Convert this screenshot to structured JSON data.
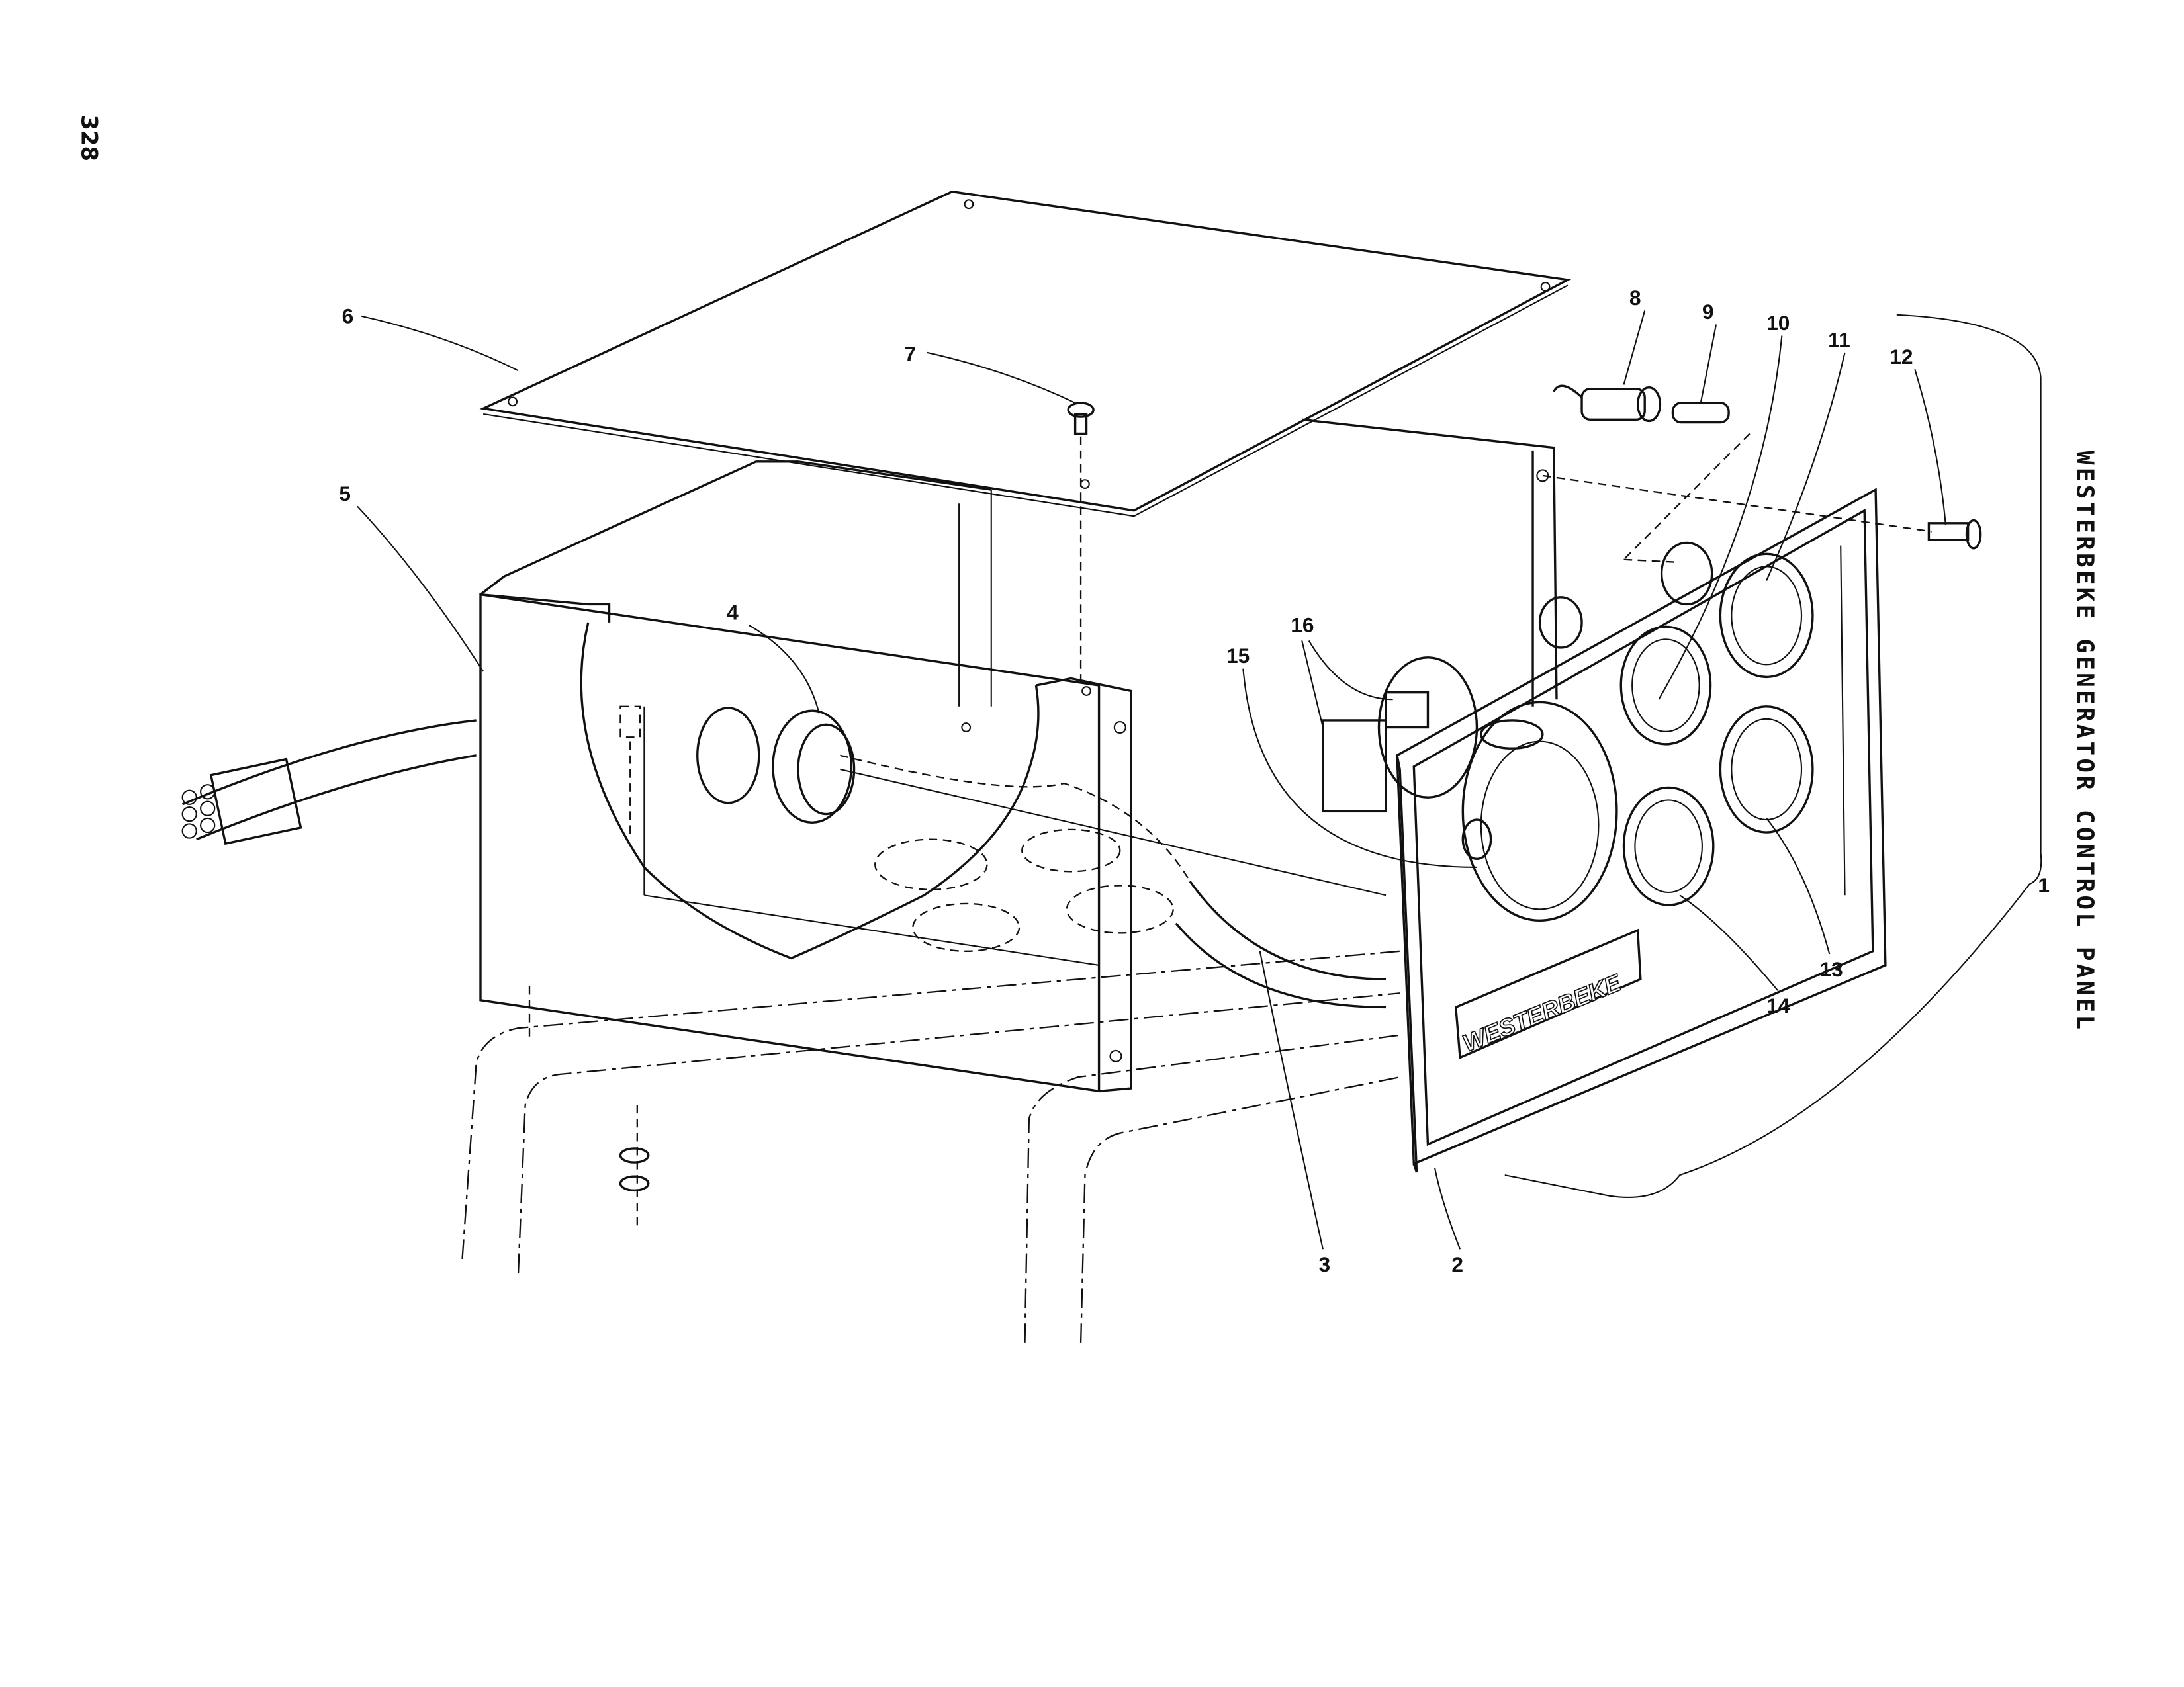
{
  "page_number": "328",
  "title": "WESTERBEKE GENERATOR CONTROL PANEL",
  "panel_brand": "WESTERBEKE",
  "callouts": [
    "1",
    "2",
    "3",
    "4",
    "5",
    "6",
    "7",
    "8",
    "9",
    "10",
    "11",
    "12",
    "13",
    "14",
    "15",
    "16"
  ]
}
